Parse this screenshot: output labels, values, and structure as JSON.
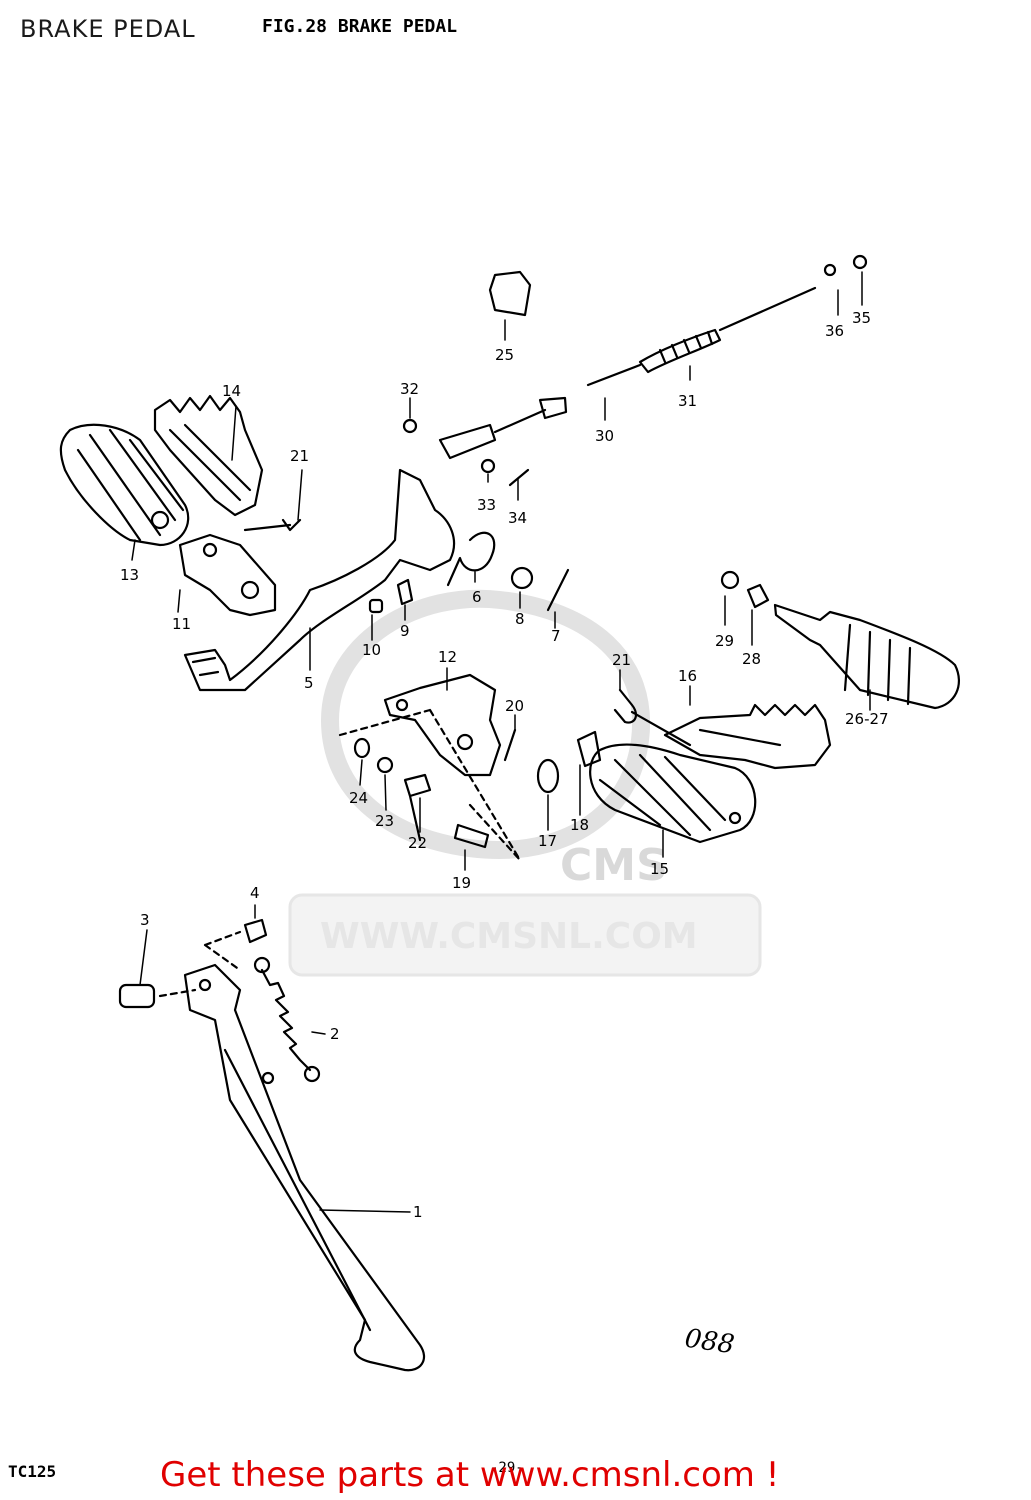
{
  "header": {
    "page_title": "BRAKE PEDAL",
    "figure_title": "FIG.28  BRAKE PEDAL"
  },
  "diagram": {
    "callouts": {
      "c1": "1",
      "c2": "2",
      "c3": "3",
      "c4": "4",
      "c5": "5",
      "c6": "6",
      "c7": "7",
      "c8": "8",
      "c9": "9",
      "c10": "10",
      "c11": "11",
      "c12": "12",
      "c13": "13",
      "c14": "14",
      "c15": "15",
      "c16": "16",
      "c17": "17",
      "c18": "18",
      "c19": "19",
      "c20": "20",
      "c21a": "21",
      "c21b": "21",
      "c22": "22",
      "c23": "23",
      "c24": "24",
      "c25": "25",
      "c2627": "26-27",
      "c28": "28",
      "c29": "29",
      "c30": "30",
      "c31": "31",
      "c32": "32",
      "c33": "33",
      "c34": "34",
      "c35": "35",
      "c36": "36"
    },
    "handwritten_note": "088",
    "watermark": {
      "brand": "CMS",
      "url": "WWW.CMSNL.COM"
    }
  },
  "footer": {
    "model_code": "TC125",
    "page_number": "-29-",
    "link_text": "Get these parts at www.cmsnl.com !"
  },
  "colors": {
    "link": "#e00000",
    "ink": "#000000",
    "watermark": "#d9d9d9"
  }
}
